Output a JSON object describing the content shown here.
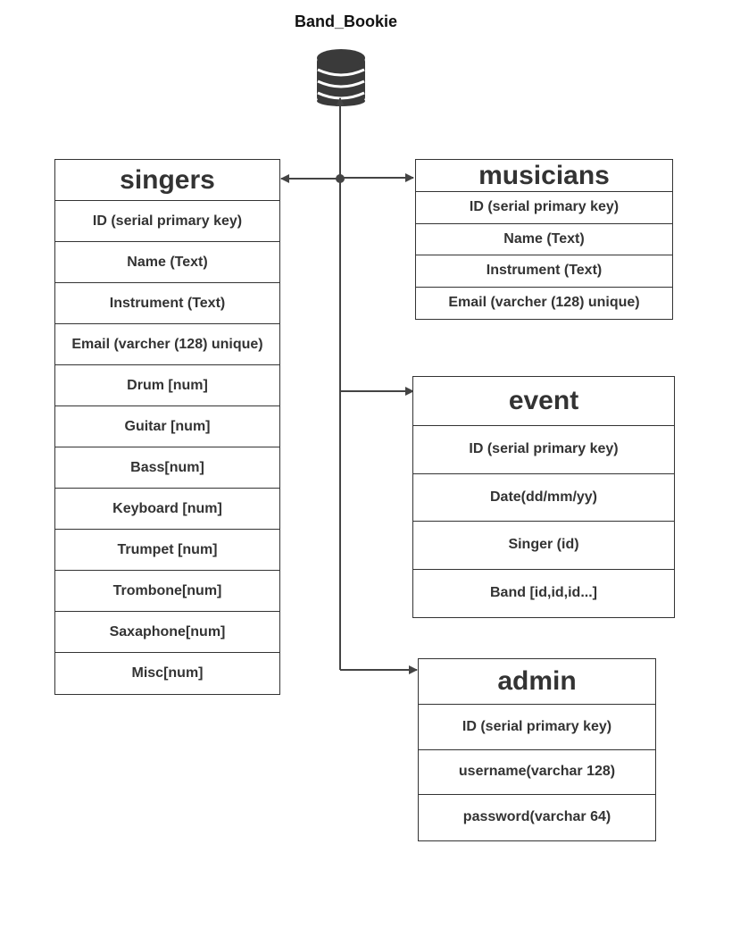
{
  "diagram": {
    "title": "Band_Bookie",
    "database_icon": "database-icon",
    "line_color": "#444444"
  },
  "entities": {
    "singers": {
      "name": "singers",
      "fields": [
        "ID (serial primary key)",
        "Name (Text)",
        "Instrument (Text)",
        "Email (varcher (128) unique)",
        "Drum [num]",
        "Guitar [num]",
        "Bass[num]",
        "Keyboard [num]",
        "Trumpet [num]",
        "Trombone[num]",
        "Saxaphone[num]",
        "Misc[num]"
      ]
    },
    "musicians": {
      "name": "musicians",
      "fields": [
        "ID (serial primary key)",
        "Name (Text)",
        "Instrument (Text)",
        "Email (varcher (128) unique)"
      ]
    },
    "event": {
      "name": "event",
      "fields": [
        "ID (serial primary key)",
        "Date(dd/mm/yy)",
        "Singer (id)",
        "Band [id,id,id...]"
      ]
    },
    "admin": {
      "name": "admin",
      "fields": [
        "ID (serial primary key)",
        "username(varchar 128)",
        "password(varchar 64)"
      ]
    }
  }
}
